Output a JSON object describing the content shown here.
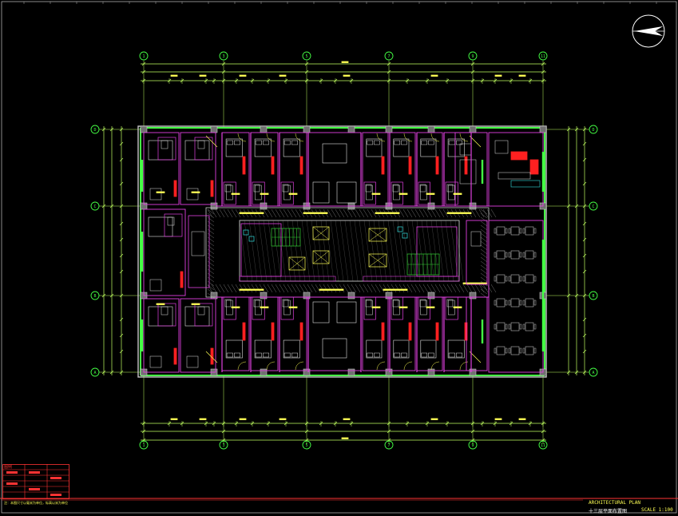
{
  "drawing": {
    "colors": {
      "background": "#000000",
      "frame": "#b0b0b0",
      "wall": "#c8c8c8",
      "room_outline": "#e040e0",
      "exterior_glazing": "#44ff44",
      "dimension": "#c0ff60",
      "axis_bubble": "#44ff44",
      "annotation": "#ffff55",
      "furniture": "#e0e0e0",
      "accent_red": "#ff2020",
      "stair_fill": "#33cc33",
      "corridor_hatch": "#909090",
      "title_bar": "#ff3333",
      "cyan_mark": "#33dddd"
    },
    "axis_labels_top": [
      "1",
      "3",
      "5",
      "7",
      "9",
      "11"
    ],
    "axis_labels_left": [
      "D",
      "C",
      "B",
      "A"
    ],
    "north_arrow_icon": "north-arrow-icon",
    "title_block": {
      "line1": "ARCHITECTURAL   PLAN",
      "line2": "十三层平面布置图",
      "scale": "SCALE 1:100"
    },
    "legend": {
      "header": "图例",
      "footer": "注：本图尺寸以毫米为单位，标高以米为单位"
    }
  }
}
